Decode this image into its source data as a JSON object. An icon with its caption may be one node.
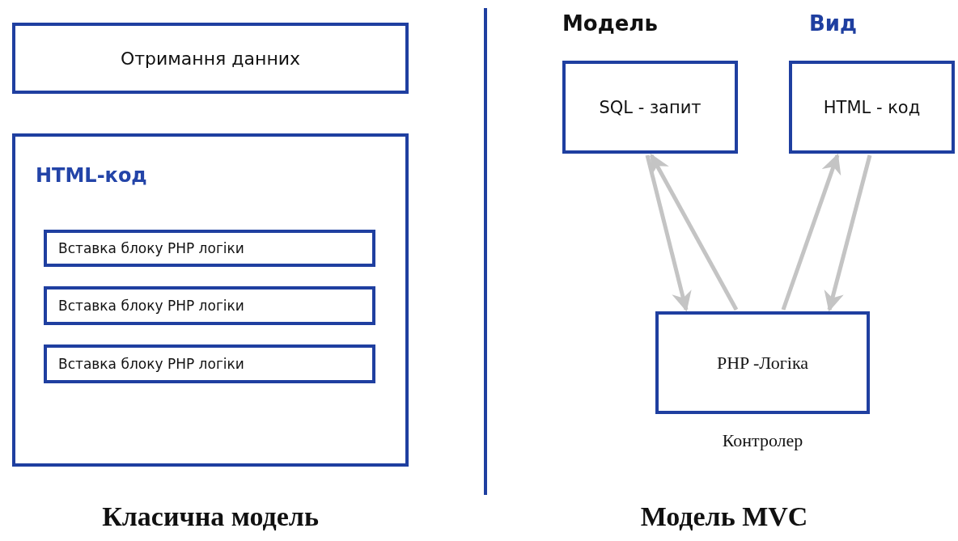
{
  "diagram": {
    "nodes": [
      {
        "text": [
          "Отримання данних"
        ]
      },
      {
        "text": [
          "HTML-код"
        ]
      },
      {
        "text": [
          "Вставка блоку PHP логіки"
        ],
        "in": 1
      },
      {
        "text": [
          "Вставка блоку PHP логіки"
        ],
        "in": 1
      },
      {
        "text": [
          "Вставка блоку PHP логіки"
        ],
        "in": 1
      },
      {
        "text": [
          "SQL - запит"
        ],
        "beside": [
          "Модель"
        ]
      },
      {
        "text": [
          "HTML - код"
        ],
        "beside": [
          "Вид"
        ]
      },
      {
        "text": [
          "PHP -Логіка"
        ],
        "beside": [
          "Контролер"
        ]
      }
    ],
    "edges": [
      {
        "from": 5,
        "to": 7,
        "arrow": "to"
      },
      {
        "from": 7,
        "to": 5,
        "arrow": "to"
      },
      {
        "from": 7,
        "to": 6,
        "arrow": "to"
      },
      {
        "from": 6,
        "to": 7,
        "arrow": "to"
      }
    ],
    "labels": [
      "Класична модель",
      "Модель MVC"
    ]
  }
}
